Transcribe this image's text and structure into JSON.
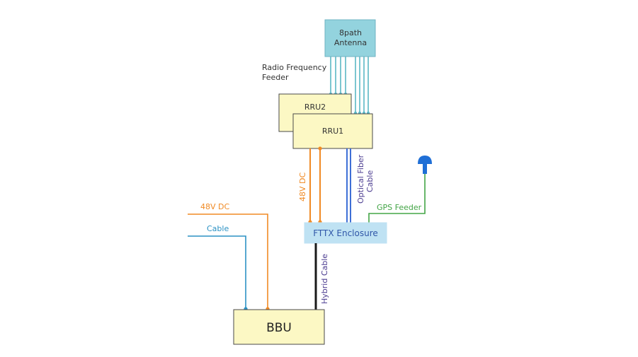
{
  "antenna": {
    "line1": "8path",
    "line2": "Antenna"
  },
  "rf_feeder": {
    "line1": "Radio Frequency",
    "line2": "Feeder"
  },
  "rru2": "RRU2",
  "rru1": "RRU1",
  "fttx": "FTTX Enclosure",
  "bbu": "BBU",
  "labels": {
    "dc_vertical": "48V DC",
    "optical_line1": "Optical Fiber",
    "optical_line2": "Cable",
    "gps_feeder": "GPS Feeder",
    "dc_left": "48V DC",
    "cable_left": "Cable",
    "hybrid": "Hybrid Cable"
  },
  "colors": {
    "box_fill": "#FCF8C4",
    "box_stroke": "#4A4A4A",
    "antenna_fill": "#93D3DE",
    "antenna_stroke": "#6FB3C3",
    "fttx_fill": "#BFE2F3",
    "fttx_text": "#2F56A8",
    "rf_line": "#5BB7C5",
    "dc_orange": "#F08A24",
    "cable_blue": "#2C92C4",
    "fiber_blue": "#3E6FD6",
    "gps_green": "#43A546",
    "gps_icon": "#1F6FD6",
    "hybrid_black": "#1A1A1A",
    "label_purple": "#4B3C90"
  }
}
